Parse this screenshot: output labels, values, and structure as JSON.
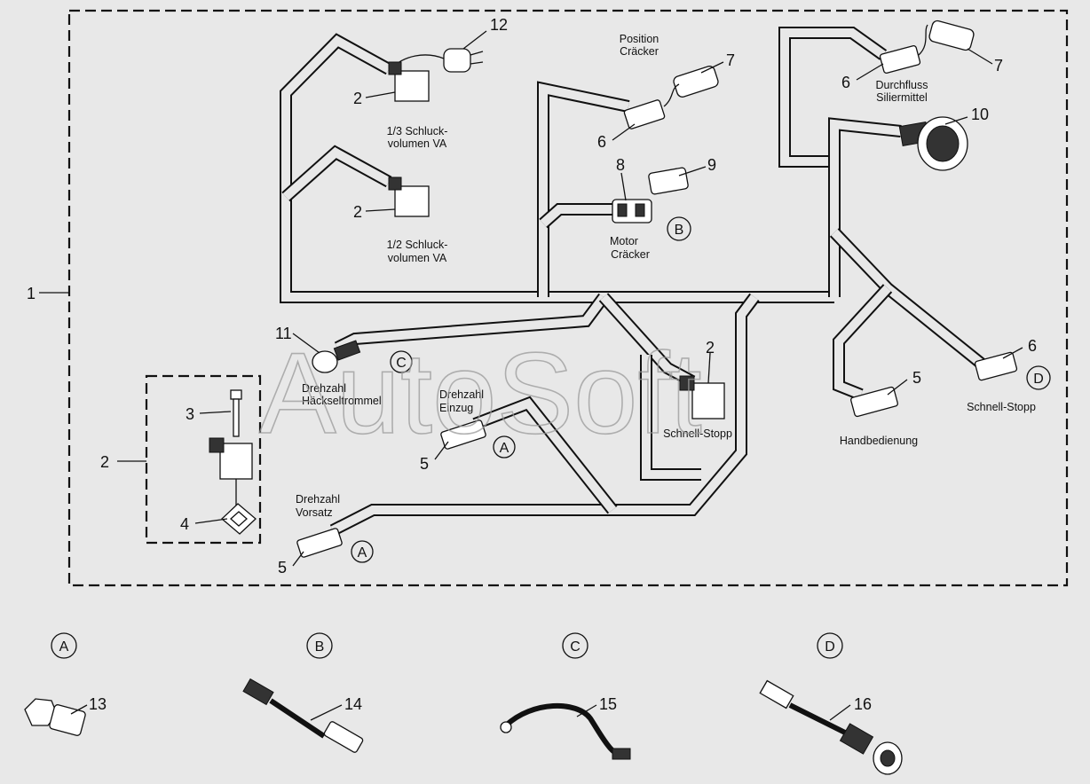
{
  "labels": {
    "position_cracker": [
      "Position",
      "Cräcker"
    ],
    "durchfluss": [
      "Durchfluss",
      "Siliermittel"
    ],
    "schluck_1_3": [
      "1/3 Schluck-",
      "volumen VA"
    ],
    "schluck_1_2": [
      "1/2 Schluck-",
      "volumen VA"
    ],
    "motor_cracker": [
      "Motor",
      "Cräcker"
    ],
    "drehzahl_hackseltrommel": [
      "Drehzahl",
      "Häckseltrommel"
    ],
    "drehzahl_einzug": [
      "Drehzahl",
      "Einzug"
    ],
    "drehzahl_vorsatz": [
      "Drehzahl",
      "Vorsatz"
    ],
    "schnell_stopp_center": "Schnell-Stopp",
    "schnell_stopp_right": "Schnell-Stopp",
    "handbedienung": "Handbedienung"
  },
  "numbers": {
    "n1": "1",
    "n2_left": "2",
    "n2_top": "2",
    "n2_mid": "2",
    "n2_center": "2",
    "n3": "3",
    "n4": "4",
    "n5_hand": "5",
    "n5_einzug": "5",
    "n5_vorsatz": "5",
    "n6_pos": "6",
    "n6_durch": "6",
    "n6_right": "6",
    "n7_pos": "7",
    "n7_durch": "7",
    "n8": "8",
    "n9": "9",
    "n10": "10",
    "n11": "11",
    "n12": "12",
    "n13": "13",
    "n14": "14",
    "n15": "15",
    "n16": "16"
  },
  "circled": {
    "a_einzug": "A",
    "a_vorsatz": "A",
    "b_motor": "B",
    "c_trommel": "C",
    "d_schnell": "D",
    "a_detail": "A",
    "b_detail": "B",
    "c_detail": "C",
    "d_detail": "D"
  },
  "watermark": "AutoSoft"
}
